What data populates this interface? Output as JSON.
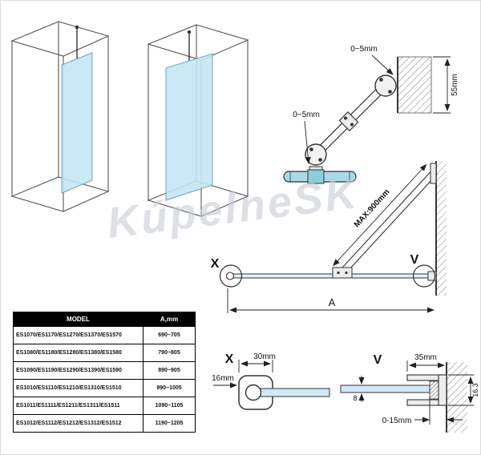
{
  "watermark": {
    "text": "KúpelneSK"
  },
  "colors": {
    "glass": "#cfe9f5",
    "profile_bar": "#a9d9e8",
    "line": "#333333"
  },
  "bracket_detail": {
    "gap_top": "0~5mm",
    "gap_bottom": "0~5mm",
    "wall_height": "55mm"
  },
  "plan_view": {
    "bar_max": "MAX:900mm",
    "span": "A",
    "detail_left": "X",
    "detail_right": "V"
  },
  "details": {
    "x": {
      "label": "X",
      "width": "30mm",
      "offset": "16mm"
    },
    "v": {
      "label": "V",
      "depth": "35mm",
      "profile_height": "16.3",
      "glass_thickness": "8",
      "adjust_range": "0-15mm"
    }
  },
  "table": {
    "headers": [
      "MODEL",
      "A,mm"
    ],
    "rows": [
      {
        "model": "ES1070/ES1170/ES1270/ES1370/ES1570",
        "a": "690~705"
      },
      {
        "model": "ES1080/ES1180/ES1280/ES1380/ES1580",
        "a": "790~805"
      },
      {
        "model": "ES1090/ES1190/ES1290/ES1390/ES1590",
        "a": "890~905"
      },
      {
        "model": "ES1010/ES1110/ES1210/ES1310/ES1510",
        "a": "990~1005"
      },
      {
        "model": "ES1011/ES1111/ES1211/ES1311/ES1511",
        "a": "1090~1105"
      },
      {
        "model": "ES1012/ES1112/ES1212/ES1312/ES1512",
        "a": "1190~1205"
      }
    ]
  }
}
